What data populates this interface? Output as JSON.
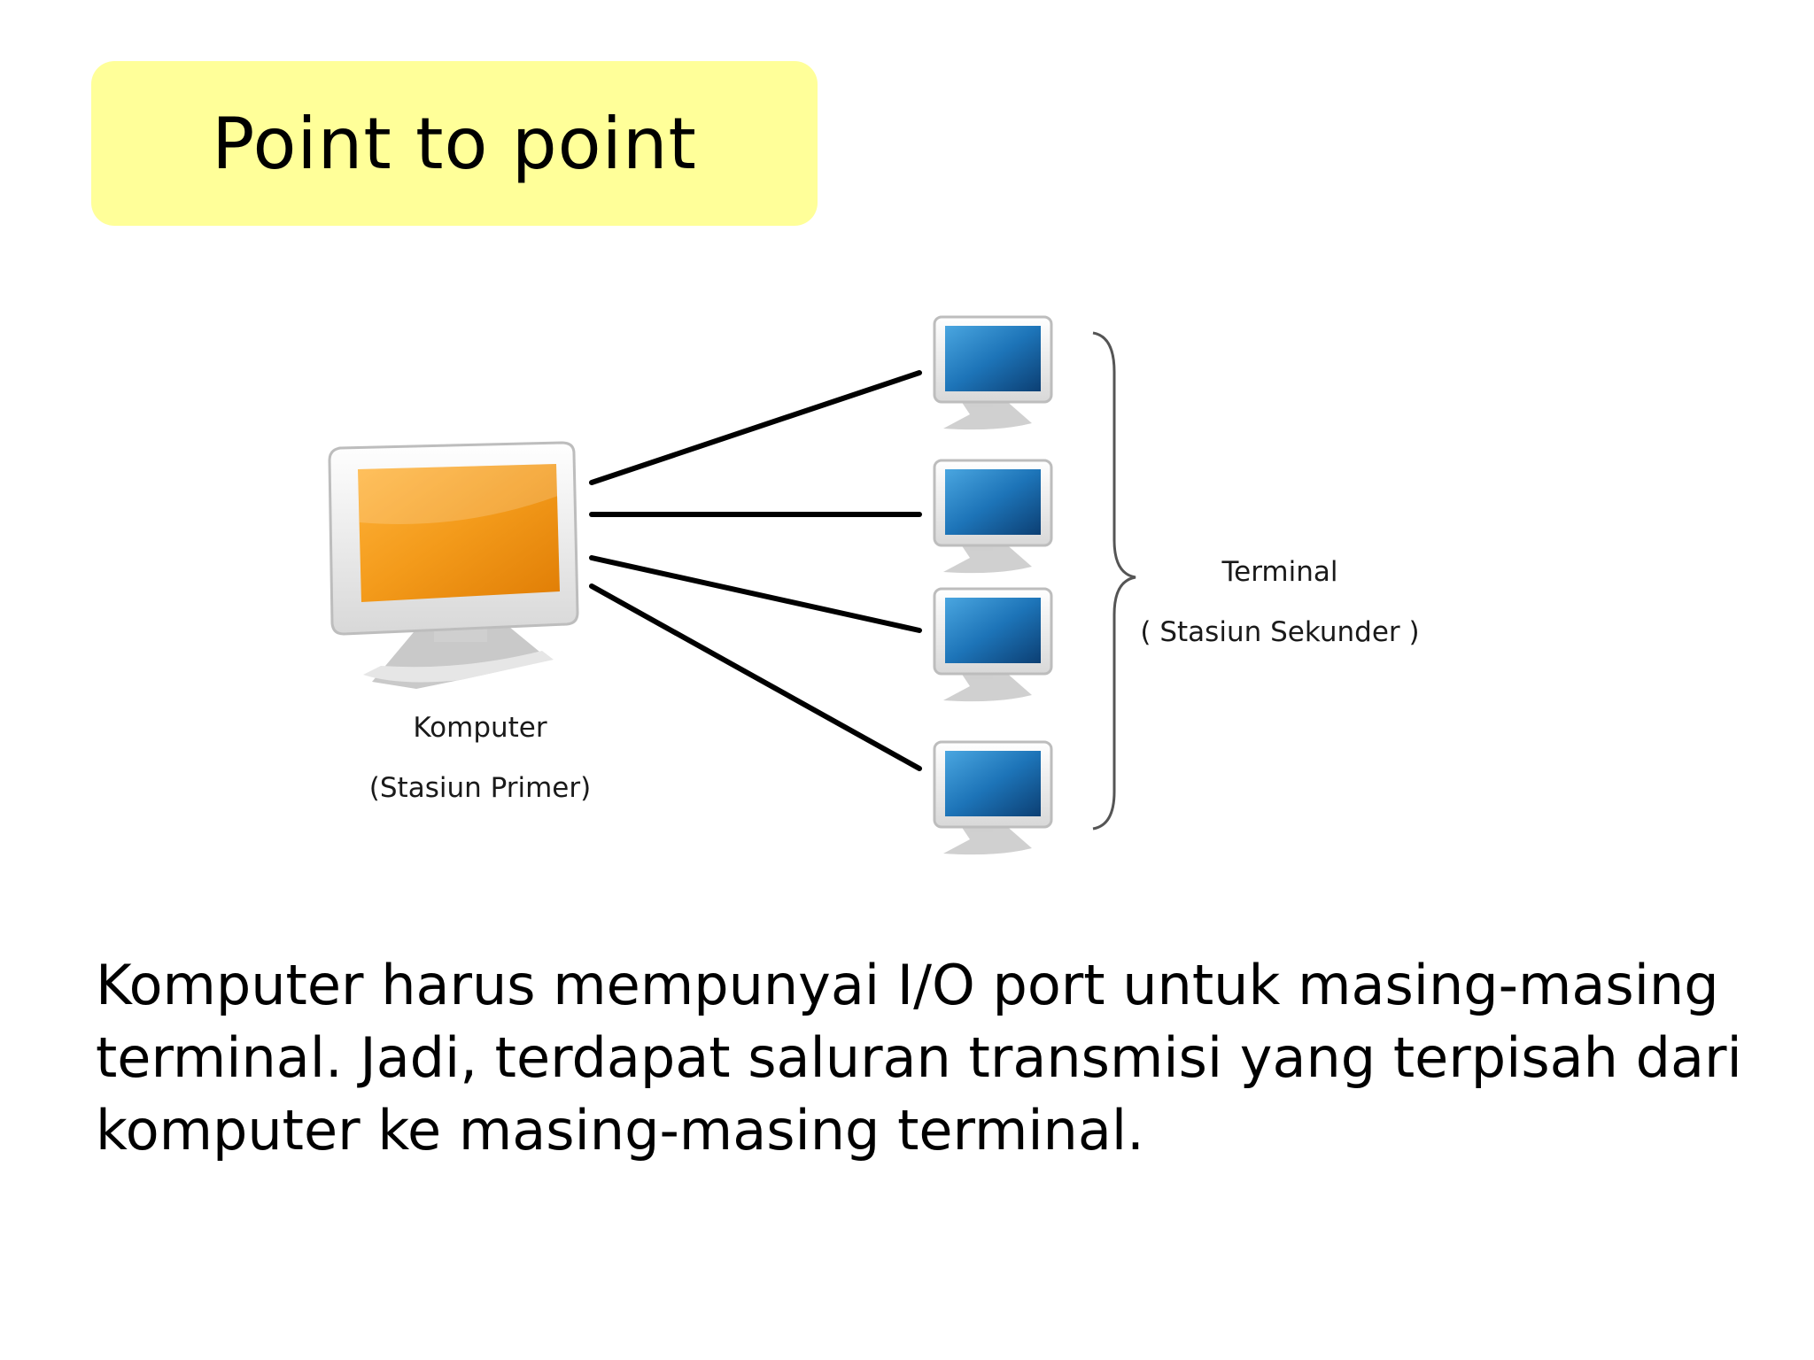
{
  "slide": {
    "title": "Point to point",
    "body_text": "Komputer harus mempunyai I/O port untuk masing-masing terminal. Jadi, terdapat saluran transmisi yang terpisah dari komputer ke masing-masing terminal."
  },
  "diagram": {
    "primary": {
      "label": "Komputer",
      "sublabel": "(Stasiun Primer)",
      "screen_color": "#f39a1a"
    },
    "terminals": {
      "label": "Terminal",
      "sublabel": "( Stasiun Sekunder )",
      "count": 4,
      "screen_color": "#1d74b8"
    }
  },
  "colors": {
    "title_bg": "#ffff99",
    "line": "#000000"
  }
}
